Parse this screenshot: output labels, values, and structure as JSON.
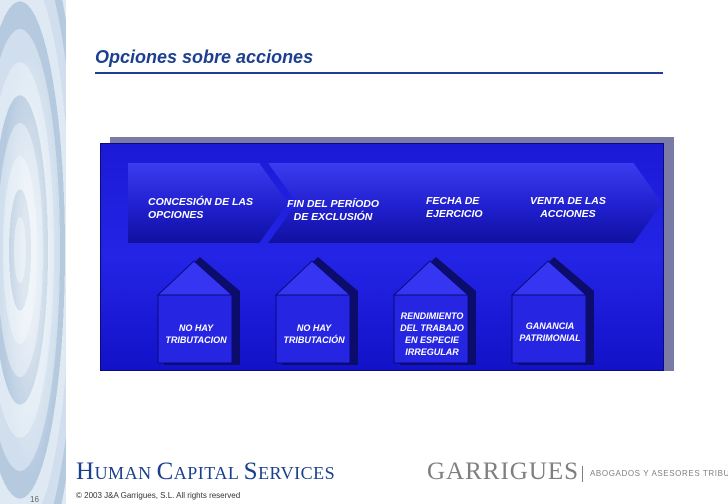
{
  "slide": {
    "title": "Opciones sobre acciones",
    "page_number": "16"
  },
  "steps": [
    {
      "line1": "CONCESIÓN DE LAS",
      "line2": "OPCIONES"
    },
    {
      "line1": "FIN DEL PERÍODO",
      "line2": "DE EXCLUSIÓN"
    },
    {
      "line1": "FECHA DE",
      "line2": "EJERCICIO"
    },
    {
      "line1": "VENTA DE LAS",
      "line2": "ACCIONES"
    }
  ],
  "results": [
    {
      "lines": [
        "NO HAY",
        "TRIBUTACION"
      ]
    },
    {
      "lines": [
        "NO HAY",
        "TRIBUTACIÓN"
      ]
    },
    {
      "lines": [
        "RENDIMIENTO",
        "DEL TRABAJO",
        "EN ESPECIE",
        "IRREGULAR"
      ]
    },
    {
      "lines": [
        "GANANCIA",
        "PATRIMONIAL"
      ]
    }
  ],
  "footer": {
    "brand_h": "H",
    "brand_uman": "UMAN ",
    "brand_c": "C",
    "brand_apital": "APITAL ",
    "brand_s": "S",
    "brand_ervices": "ERVICES",
    "firm": "GARRIGUES",
    "firm_subtitle": "ABOGADOS Y ASESORES TRIBUTARIOS",
    "copyright": "© 2003 J&A Garrigues, S.L. All rights reserved"
  },
  "colors": {
    "title": "#1d3f8f",
    "panel": "#2020dc",
    "firm": "#7f7f7f"
  }
}
